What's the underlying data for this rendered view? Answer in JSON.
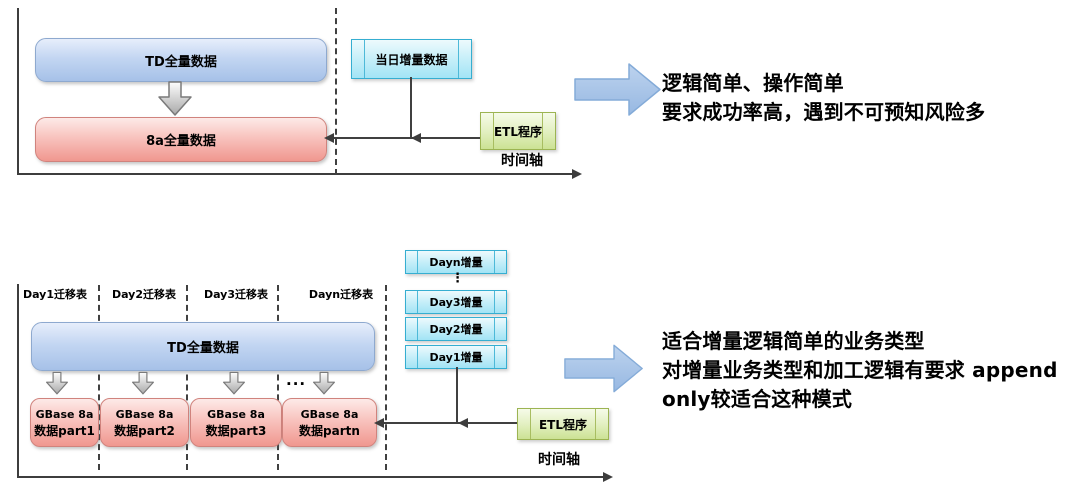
{
  "top": {
    "source_box": "TD全量数据",
    "target_box": "8a全量数据",
    "increment_box": "当日增量数据",
    "etl_box": "ETL程序",
    "time_axis_label": "时间轴",
    "note": {
      "line1": "逻辑简单、操作简单",
      "line2": "要求成功率高，遇到不可预知风险多"
    }
  },
  "bottom": {
    "day_labels": [
      "Day1迁移表",
      "Day2迁移表",
      "Day3迁移表",
      "Dayn迁移表"
    ],
    "source_box": "TD全量数据",
    "gbase_boxes": [
      {
        "line1": "GBase 8a",
        "line2": "数据part1"
      },
      {
        "line1": "GBase 8a",
        "line2": "数据part2"
      },
      {
        "line1": "GBase 8a",
        "line2": "数据part3"
      },
      {
        "line1": "GBase 8a",
        "line2": "数据partn"
      }
    ],
    "ellipsis": "...",
    "vertical_dots": "⋮",
    "increment_boxes": [
      "Dayn增量",
      "Day3增量",
      "Day2增量",
      "Day1增量"
    ],
    "etl_box": "ETL程序",
    "time_axis_label": "时间轴",
    "note": {
      "line1": "适合增量逻辑简单的业务类型",
      "line2": "对增量业务类型和加工逻辑有要求 append",
      "line3": "only较适合这种模式"
    }
  },
  "colors": {
    "blue_box_fill": "#a6c1e8",
    "blue_box_border": "#8ea9cf",
    "red_box_fill": "#f0978f",
    "red_box_border": "#d0837d",
    "cyan_box_fill": "#a2e4f5",
    "cyan_box_border": "#35aed1",
    "green_box_fill": "#cce294",
    "green_box_border": "#9cb452",
    "big_arrow_fill": "#a9c6e9",
    "big_arrow_border": "#84abd8",
    "axis_line": "#3d3d3d"
  }
}
